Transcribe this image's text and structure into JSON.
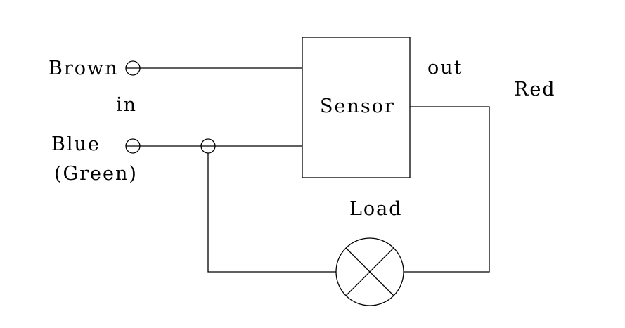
{
  "diagram": {
    "labels": {
      "brown": "Brown",
      "in": "in",
      "blue": "Blue",
      "green": "(Green)",
      "sensor": "Sensor",
      "out": "out",
      "red": "Red",
      "load": "Load"
    },
    "colors": {
      "stroke": "#000000",
      "background": "#ffffff"
    }
  }
}
